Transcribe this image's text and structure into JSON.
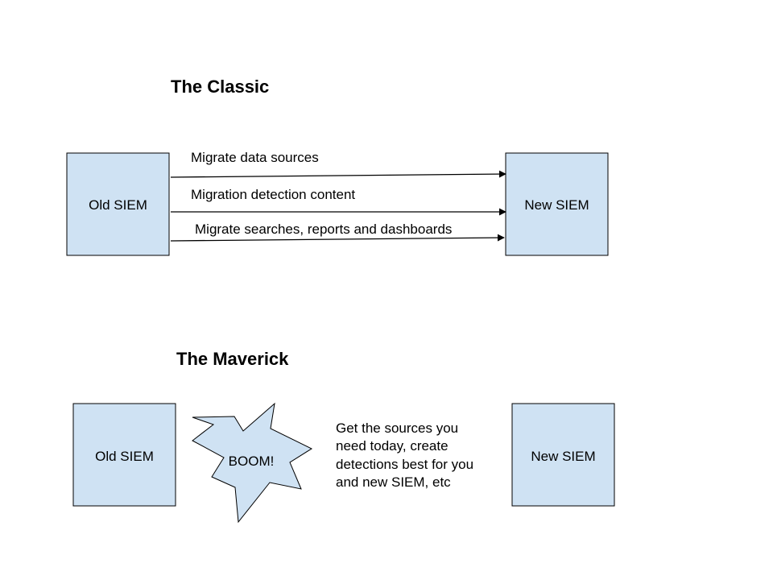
{
  "colors": {
    "box_fill": "#cfe2f3",
    "stroke": "#000000",
    "text": "#000000",
    "background": "#ffffff"
  },
  "classic": {
    "title": "The Classic",
    "source": "Old SIEM",
    "target": "New SIEM",
    "arrows": [
      {
        "label": "Migrate data sources"
      },
      {
        "label": "Migration detection content"
      },
      {
        "label": "Migrate searches, reports and dashboards"
      }
    ]
  },
  "maverick": {
    "title": "The Maverick",
    "source": "Old SIEM",
    "burst": "BOOM!",
    "target": "New SIEM",
    "note_lines": [
      "Get the sources you",
      "need today, create",
      "detections best for you",
      "and new SIEM, etc"
    ]
  }
}
